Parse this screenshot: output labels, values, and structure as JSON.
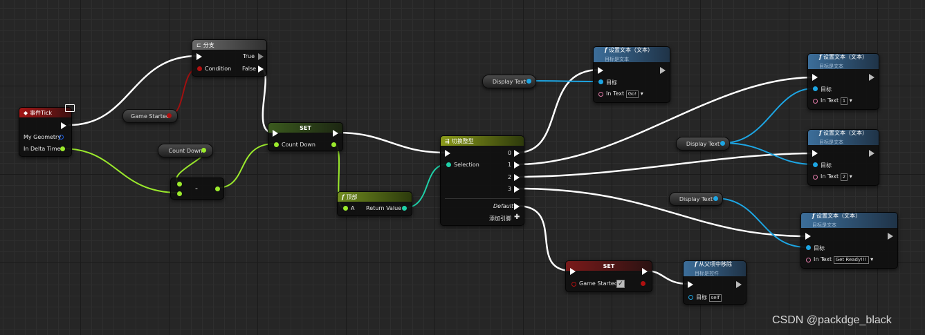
{
  "event_tick": {
    "title": "事件Tick",
    "pins": [
      "My Geometry",
      "In Delta Time"
    ]
  },
  "branch": {
    "title": "分支",
    "condition": "Condition",
    "true_label": "True",
    "false_label": "False"
  },
  "vars": {
    "game_started": "Game Started",
    "count_down": "Count Down",
    "display_text": "Display Text"
  },
  "subtract": {
    "op": "-"
  },
  "set_countdown": {
    "title": "SET",
    "pin": "Count Down"
  },
  "floor": {
    "title": "顶部",
    "a": "A",
    "ret": "Return Value"
  },
  "switch_int": {
    "title": "切换整型",
    "selection": "Selection",
    "cases": [
      "0",
      "1",
      "2",
      "3"
    ],
    "default": "Default",
    "add_pin": "添加引脚"
  },
  "set_text_nodes": [
    {
      "title": "设置文本（文本）",
      "subtitle": "目标是文本",
      "target": "目标",
      "in_text": "In Text",
      "value": "Go!"
    },
    {
      "title": "设置文本（文本）",
      "subtitle": "目标是文本",
      "target": "目标",
      "in_text": "In Text",
      "value": "1"
    },
    {
      "title": "设置文本（文本）",
      "subtitle": "目标是文本",
      "target": "目标",
      "in_text": "In Text",
      "value": "2"
    },
    {
      "title": "设置文本（文本）",
      "subtitle": "目标是文本",
      "target": "目标",
      "in_text": "In Text",
      "value": "Get Ready!!!"
    }
  ],
  "set_gamestarted": {
    "title": "SET",
    "pin": "Game Started",
    "checked": true
  },
  "remove_parent": {
    "title": "从父项中移除",
    "subtitle": "目标是控件",
    "target": "目标",
    "value": "self"
  },
  "watermark": "CSDN @packdge_black",
  "colors": {
    "exec": "#ffffff",
    "float": "#9bea2c",
    "object": "#1da6e4",
    "bool": "#b01010",
    "wire_exec": "#ffffff"
  }
}
